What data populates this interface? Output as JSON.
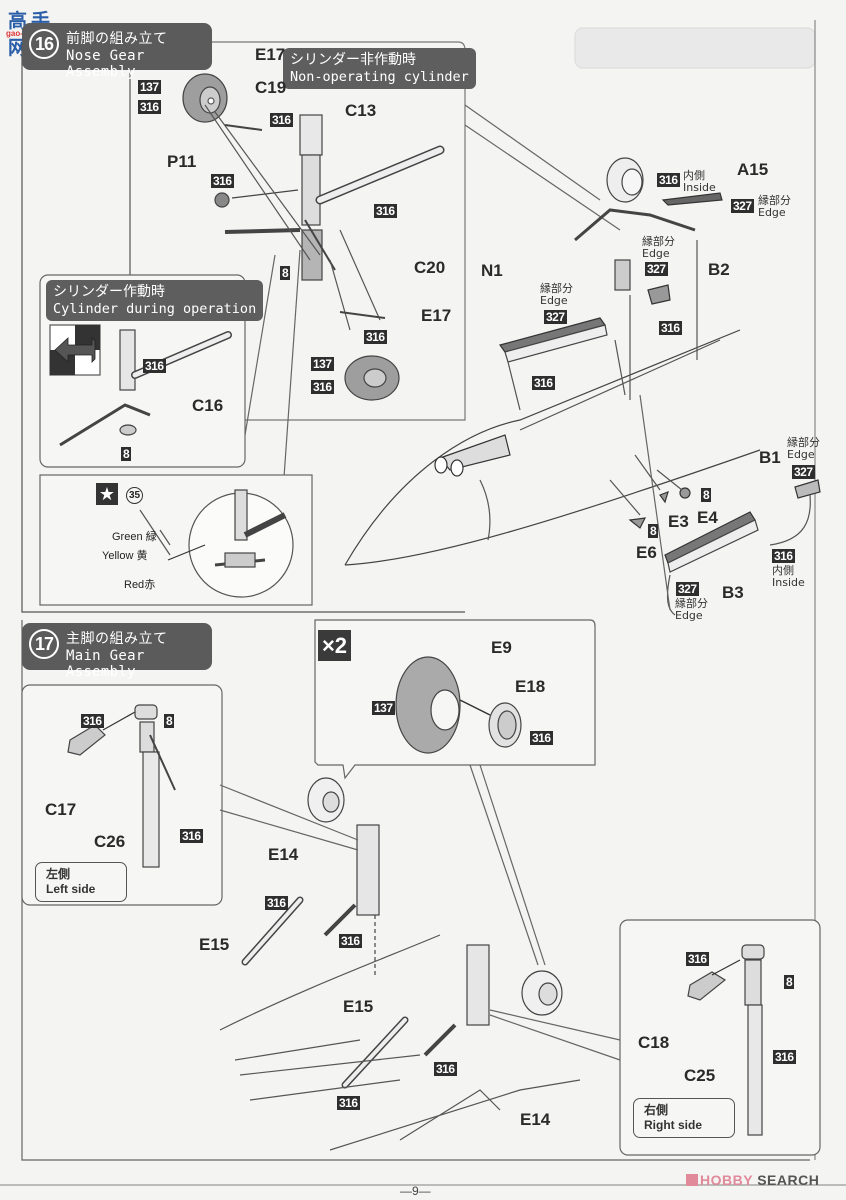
{
  "watermark_top": {
    "cn": "高手网",
    "url": "gao-shou.com"
  },
  "step16": {
    "number": "16",
    "title_jp": "前脚の組み立て",
    "title_en": "Nose Gear Assembly",
    "non_operating": {
      "jp": "シリンダー非作動時",
      "en": "Non-operating cylinder"
    },
    "operating": {
      "jp": "シリンダー作動時",
      "en": "Cylinder during operation"
    },
    "star_paint": "35",
    "colors": [
      {
        "en": "Green",
        "jp": "緑"
      },
      {
        "en": "Yellow",
        "jp": "黄"
      },
      {
        "en": "Red",
        "jp": "赤"
      }
    ],
    "parts": {
      "E17a": "E17",
      "C19": "C19",
      "C13": "C13",
      "P11": "P11",
      "C20": "C20",
      "E17b": "E17",
      "C16": "C16"
    },
    "paints": {
      "p137": "137",
      "p316": "316",
      "p8": "8"
    }
  },
  "doors": {
    "parts": {
      "A15": "A15",
      "B2": "B2",
      "N1": "N1",
      "B1": "B1",
      "E3": "E3",
      "E4": "E4",
      "E6": "E6",
      "B3": "B3"
    },
    "inside": {
      "jp": "内側",
      "en": "Inside"
    },
    "edge": {
      "jp": "縁部分",
      "en": "Edge"
    },
    "paints": {
      "p316": "316",
      "p327": "327",
      "p8": "8"
    }
  },
  "step17": {
    "number": "17",
    "title_jp": "主脚の組み立て",
    "title_en": "Main Gear Assembly",
    "multiplier": "×2",
    "left_side": {
      "jp": "左側",
      "en": "Left side"
    },
    "right_side": {
      "jp": "右側",
      "en": "Right side"
    },
    "parts": {
      "E9": "E9",
      "E18": "E18",
      "C17": "C17",
      "C26": "C26",
      "E14": "E14",
      "E15": "E15",
      "C18": "C18",
      "C25": "C25"
    },
    "paints": {
      "p137": "137",
      "p316": "316",
      "p8": "8"
    }
  },
  "footer": {
    "page": "—9—",
    "brand_a": "HOBBY",
    "brand_b": "SEARCH"
  }
}
